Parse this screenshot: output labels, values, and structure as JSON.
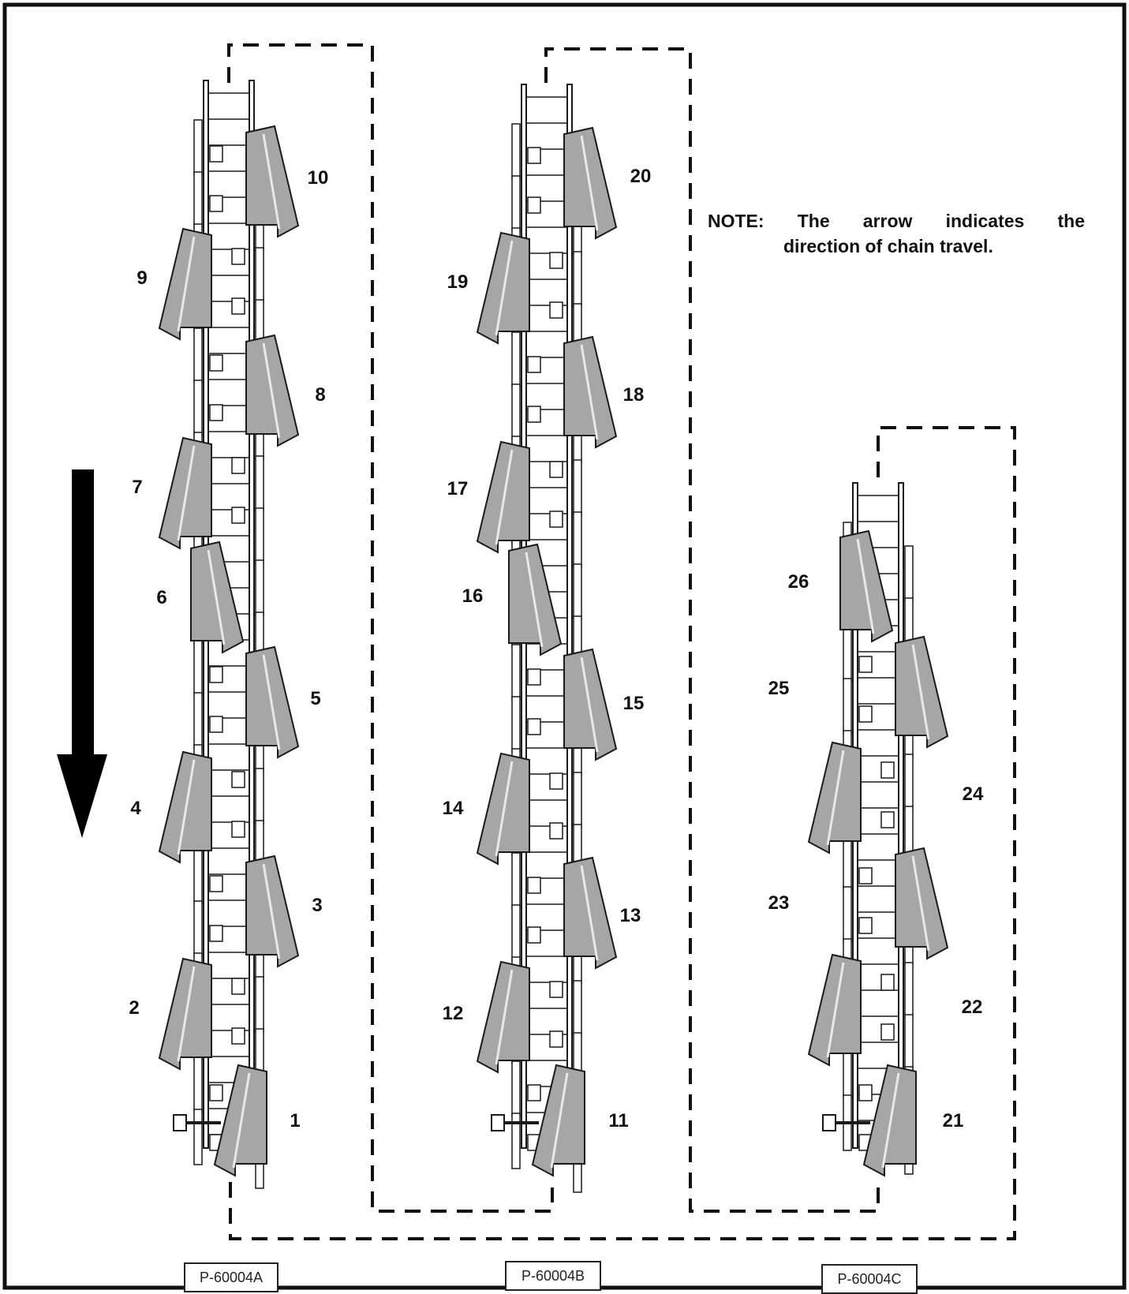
{
  "note": {
    "label": "NOTE:",
    "words": [
      "The",
      "arrow",
      "indicates",
      "the"
    ],
    "line2": "direction of chain travel."
  },
  "part_numbers": [
    "P-60004A",
    "P-60004B",
    "P-60004C"
  ],
  "chains": [
    {
      "part": "P-60004A",
      "paddles": [
        {
          "number": "10",
          "side": "right"
        },
        {
          "number": "9",
          "side": "left"
        },
        {
          "number": "8",
          "side": "right"
        },
        {
          "number": "7",
          "side": "left"
        },
        {
          "number": "6",
          "side": "center"
        },
        {
          "number": "5",
          "side": "right"
        },
        {
          "number": "4",
          "side": "left"
        },
        {
          "number": "3",
          "side": "right"
        },
        {
          "number": "2",
          "side": "left"
        },
        {
          "number": "1",
          "side": "bottom"
        }
      ]
    },
    {
      "part": "P-60004B",
      "paddles": [
        {
          "number": "20",
          "side": "right"
        },
        {
          "number": "19",
          "side": "left"
        },
        {
          "number": "18",
          "side": "right"
        },
        {
          "number": "17",
          "side": "left"
        },
        {
          "number": "16",
          "side": "center"
        },
        {
          "number": "15",
          "side": "right"
        },
        {
          "number": "14",
          "side": "left"
        },
        {
          "number": "13",
          "side": "right"
        },
        {
          "number": "12",
          "side": "left"
        },
        {
          "number": "11",
          "side": "bottom"
        }
      ]
    },
    {
      "part": "P-60004C",
      "paddles": [
        {
          "number": "26",
          "side": "center"
        },
        {
          "number": "25",
          "side": "right"
        },
        {
          "number": "24",
          "side": "left"
        },
        {
          "number": "23",
          "side": "right"
        },
        {
          "number": "22",
          "side": "left"
        },
        {
          "number": "21",
          "side": "bottom"
        }
      ]
    }
  ],
  "arrow": {
    "direction": "down",
    "icon": "down-arrow-icon"
  },
  "colors": {
    "paddle": "#a6a6a6",
    "line": "#1a1a1a",
    "background": "#ffffff"
  }
}
